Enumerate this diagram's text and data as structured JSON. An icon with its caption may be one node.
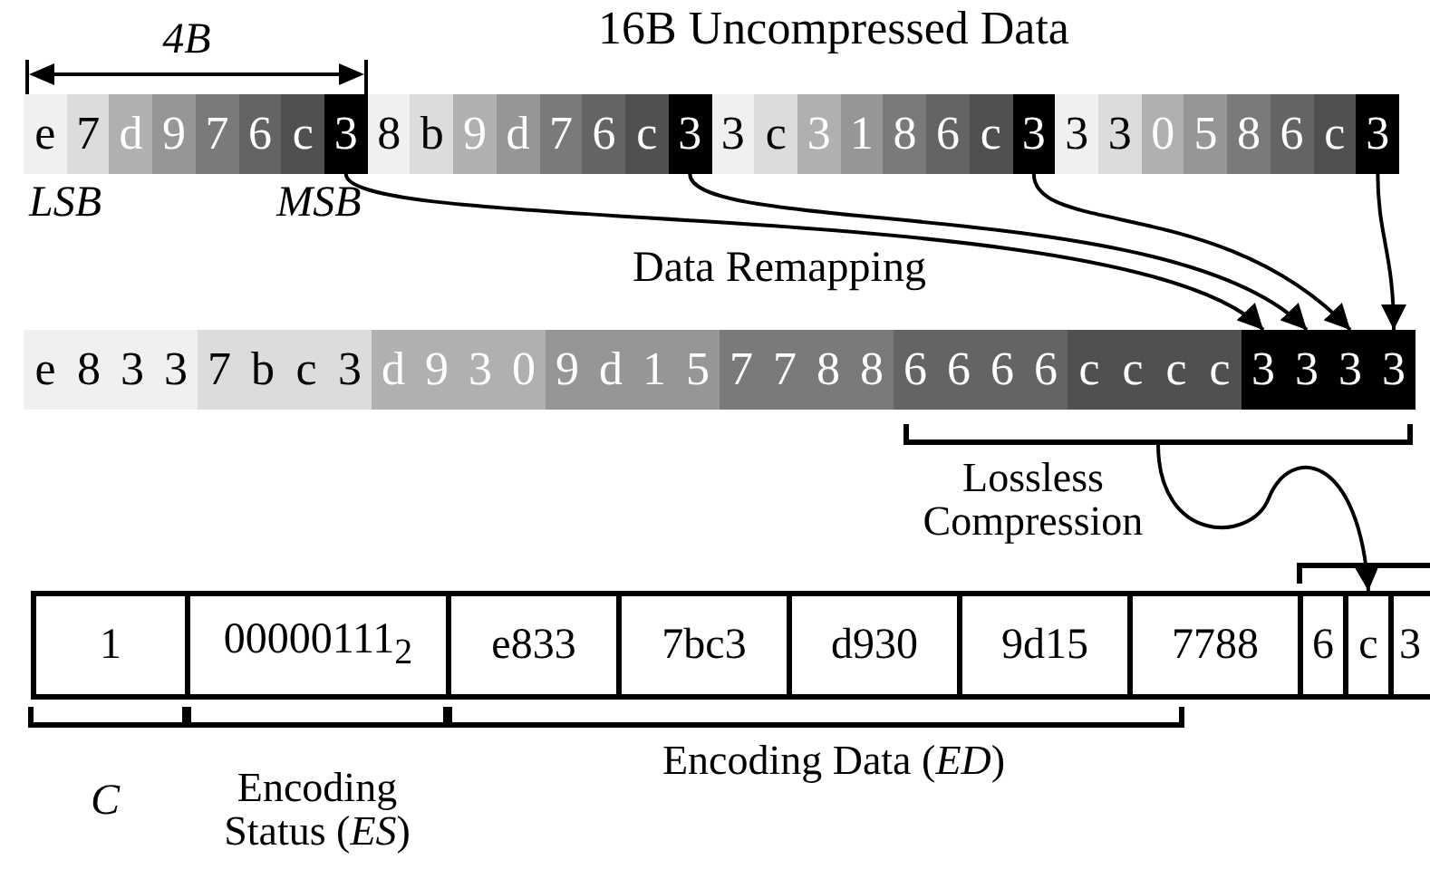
{
  "diagram": {
    "title": "16B Uncompressed Data",
    "nodes": [
      {
        "text": [
          "e"
        ]
      },
      {
        "text": [
          "7"
        ]
      },
      {
        "text": [
          "d"
        ]
      },
      {
        "text": [
          "9"
        ]
      },
      {
        "text": [
          "7"
        ]
      },
      {
        "text": [
          "6"
        ]
      },
      {
        "text": [
          "c"
        ]
      },
      {
        "text": [
          "3"
        ]
      },
      {
        "text": [
          "8"
        ]
      },
      {
        "text": [
          "b"
        ]
      },
      {
        "text": [
          "9"
        ]
      },
      {
        "text": [
          "d"
        ]
      },
      {
        "text": [
          "7"
        ]
      },
      {
        "text": [
          "6"
        ]
      },
      {
        "text": [
          "c"
        ]
      },
      {
        "text": [
          "3"
        ]
      },
      {
        "text": [
          "3"
        ]
      },
      {
        "text": [
          "c"
        ]
      },
      {
        "text": [
          "3"
        ]
      },
      {
        "text": [
          "1"
        ]
      },
      {
        "text": [
          "8"
        ]
      },
      {
        "text": [
          "6"
        ]
      },
      {
        "text": [
          "c"
        ]
      },
      {
        "text": [
          "3"
        ]
      },
      {
        "text": [
          "3"
        ]
      },
      {
        "text": [
          "3"
        ]
      },
      {
        "text": [
          "0"
        ]
      },
      {
        "text": [
          "5"
        ]
      },
      {
        "text": [
          "8"
        ]
      },
      {
        "text": [
          "6"
        ]
      },
      {
        "text": [
          "c"
        ]
      },
      {
        "text": [
          "3"
        ]
      },
      {
        "text": [
          "e"
        ]
      },
      {
        "text": [
          "8"
        ]
      },
      {
        "text": [
          "3"
        ]
      },
      {
        "text": [
          "3"
        ]
      },
      {
        "text": [
          "7"
        ]
      },
      {
        "text": [
          "b"
        ]
      },
      {
        "text": [
          "c"
        ]
      },
      {
        "text": [
          "3"
        ]
      },
      {
        "text": [
          "d"
        ]
      },
      {
        "text": [
          "9"
        ]
      },
      {
        "text": [
          "3"
        ]
      },
      {
        "text": [
          "0"
        ]
      },
      {
        "text": [
          "9"
        ]
      },
      {
        "text": [
          "d"
        ]
      },
      {
        "text": [
          "1"
        ]
      },
      {
        "text": [
          "5"
        ]
      },
      {
        "text": [
          "7"
        ]
      },
      {
        "text": [
          "7"
        ]
      },
      {
        "text": [
          "8"
        ]
      },
      {
        "text": [
          "8"
        ]
      },
      {
        "text": [
          "6"
        ]
      },
      {
        "text": [
          "6"
        ]
      },
      {
        "text": [
          "6"
        ]
      },
      {
        "text": [
          "6"
        ]
      },
      {
        "text": [
          "c"
        ]
      },
      {
        "text": [
          "c"
        ]
      },
      {
        "text": [
          "c"
        ]
      },
      {
        "text": [
          "c"
        ]
      },
      {
        "text": [
          "3"
        ]
      },
      {
        "text": [
          "3"
        ]
      },
      {
        "text": [
          "3"
        ]
      },
      {
        "text": [
          "3"
        ]
      },
      {
        "text": [
          "1"
        ]
      },
      {
        "text": [
          "00000111$_{2}$"
        ]
      },
      {
        "text": [
          "e833"
        ]
      },
      {
        "text": [
          "7bc3"
        ]
      },
      {
        "text": [
          "d930"
        ]
      },
      {
        "text": [
          "9d15"
        ]
      },
      {
        "text": [
          "7788"
        ]
      },
      {
        "text": [
          "6"
        ]
      },
      {
        "text": [
          "c"
        ]
      },
      {
        "text": [
          "3"
        ]
      }
    ],
    "edges": [
      {
        "from": 7,
        "to": 60,
        "arrow": "to"
      },
      {
        "from": 15,
        "to": 61,
        "arrow": "to"
      },
      {
        "from": 23,
        "to": 62,
        "arrow": "to"
      },
      {
        "from": 31,
        "to": 63,
        "arrow": "to"
      },
      {
        "from": null,
        "to": 72,
        "arrow": "to"
      }
    ],
    "labels": [
      "4B",
      "LSB",
      "MSB",
      "Data Remapping",
      "Lossless Compression",
      "C",
      "Encoding Status (*ES*)",
      "Encoding Data (*ED*)"
    ]
  }
}
